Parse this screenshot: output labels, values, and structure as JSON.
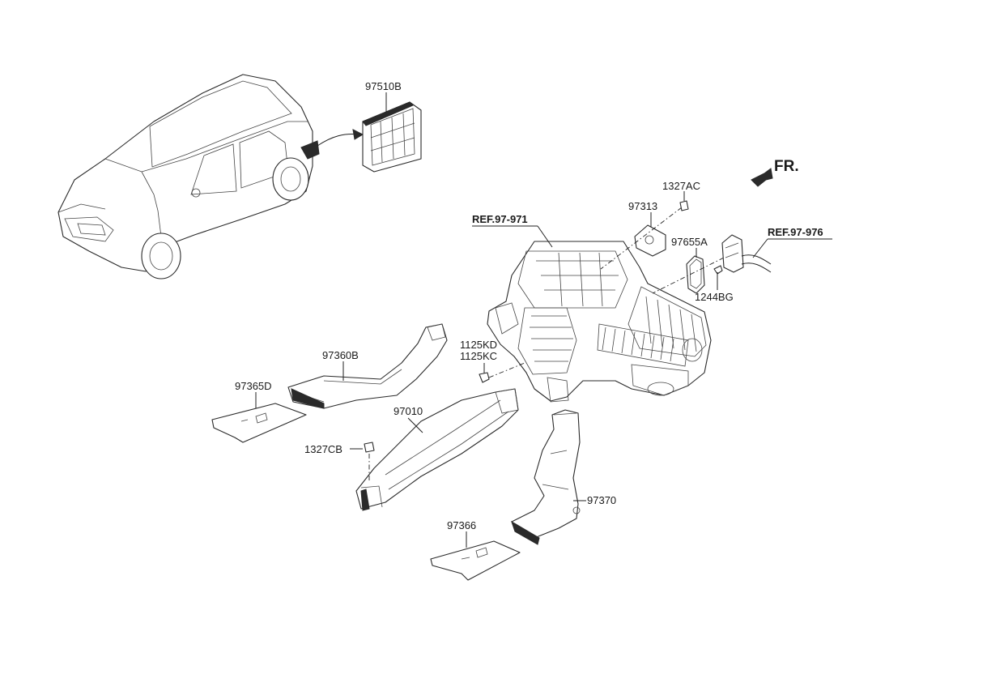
{
  "diagram": {
    "front_indicator": "FR.",
    "references": [
      "REF.97-971",
      "REF.97-976"
    ],
    "part_labels": {
      "p97510B": "97510B",
      "p1327AC": "1327AC",
      "p97313": "97313",
      "p97655A": "97655A",
      "p1244BG": "1244BG",
      "p1125KD": "1125KD",
      "p1125KC": "1125KC",
      "p97360B": "97360B",
      "p97365D": "97365D",
      "p97010": "97010",
      "p1327CB": "1327CB",
      "p97370": "97370",
      "p97366": "97366"
    }
  }
}
